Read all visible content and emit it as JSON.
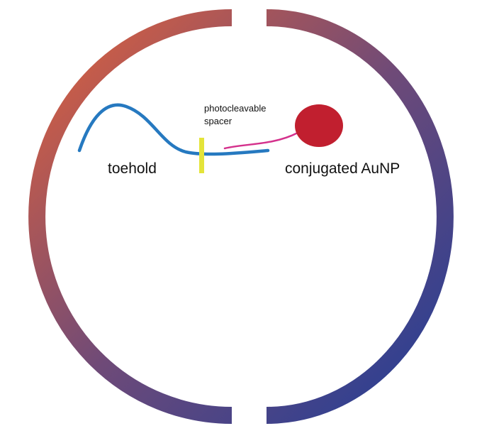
{
  "labels": {
    "toehold": "toehold",
    "spacer_line1": "photocleavable",
    "spacer_line2": "spacer",
    "aunp": "conjugated AuNP"
  },
  "colors": {
    "ring_gradient_start": "#d9603f",
    "ring_gradient_mid": "#6e4a78",
    "ring_gradient_end": "#233e96",
    "strand": "#2679c0",
    "spacer_mark": "#e4e43a",
    "linker": "#d4318c",
    "gold_nanoparticle": "#c11f2f",
    "text": "#111111"
  },
  "icons": {
    "ring": "split-circle-shell",
    "nanoparticle": "filled-circle"
  }
}
